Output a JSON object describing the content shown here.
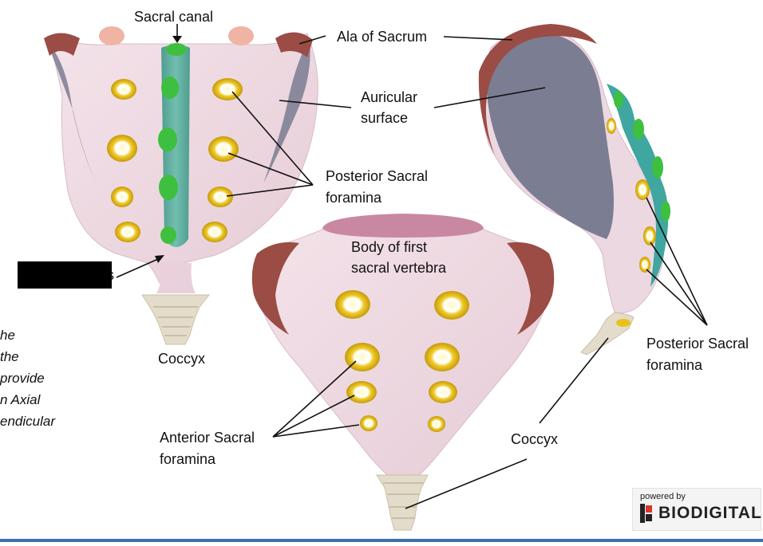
{
  "labels": {
    "sacral_canal": "Sacral canal",
    "ala": "Ala of Sacrum",
    "auricular_1": "Auricular",
    "auricular_2": "surface",
    "post_foramina_1": "Posterior Sacral",
    "post_foramina_2": "foramina",
    "body_1": "Body of first",
    "body_2": "sacral vertebra",
    "coccyx_left": "Coccyx",
    "ant_foramina_1": "Anterior Sacral",
    "ant_foramina_2": "foramina",
    "coccyx_right": "Coccyx",
    "post_foramina_right_1": "Posterior Sacral",
    "post_foramina_right_2": "foramina",
    "redacted_tail": "s"
  },
  "side_text": [
    "he",
    "the",
    "provide",
    "n Axial",
    "endicular"
  ],
  "badge": {
    "powered": "powered by",
    "brand": "BIODIGITAL"
  },
  "colors": {
    "bone": "#ecd6de",
    "foramen": "#e8c21a",
    "canal": "#5cae9d",
    "ala_rim": "#9b4c44",
    "auricular": "#7a7c92",
    "coccyx": "#e4dccb"
  }
}
